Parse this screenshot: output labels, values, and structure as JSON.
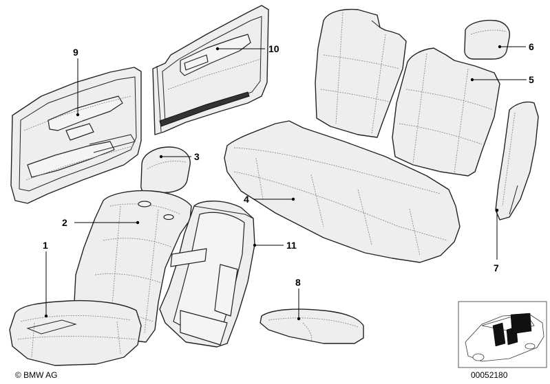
{
  "callouts": {
    "c1": "1",
    "c2": "2",
    "c3": "3",
    "c4": "4",
    "c5": "5",
    "c6": "6",
    "c7": "7",
    "c8": "8",
    "c9": "9",
    "c10": "10",
    "c11": "11"
  },
  "footer": {
    "copyright": "© BMW AG",
    "diagram_number": "00052180"
  }
}
